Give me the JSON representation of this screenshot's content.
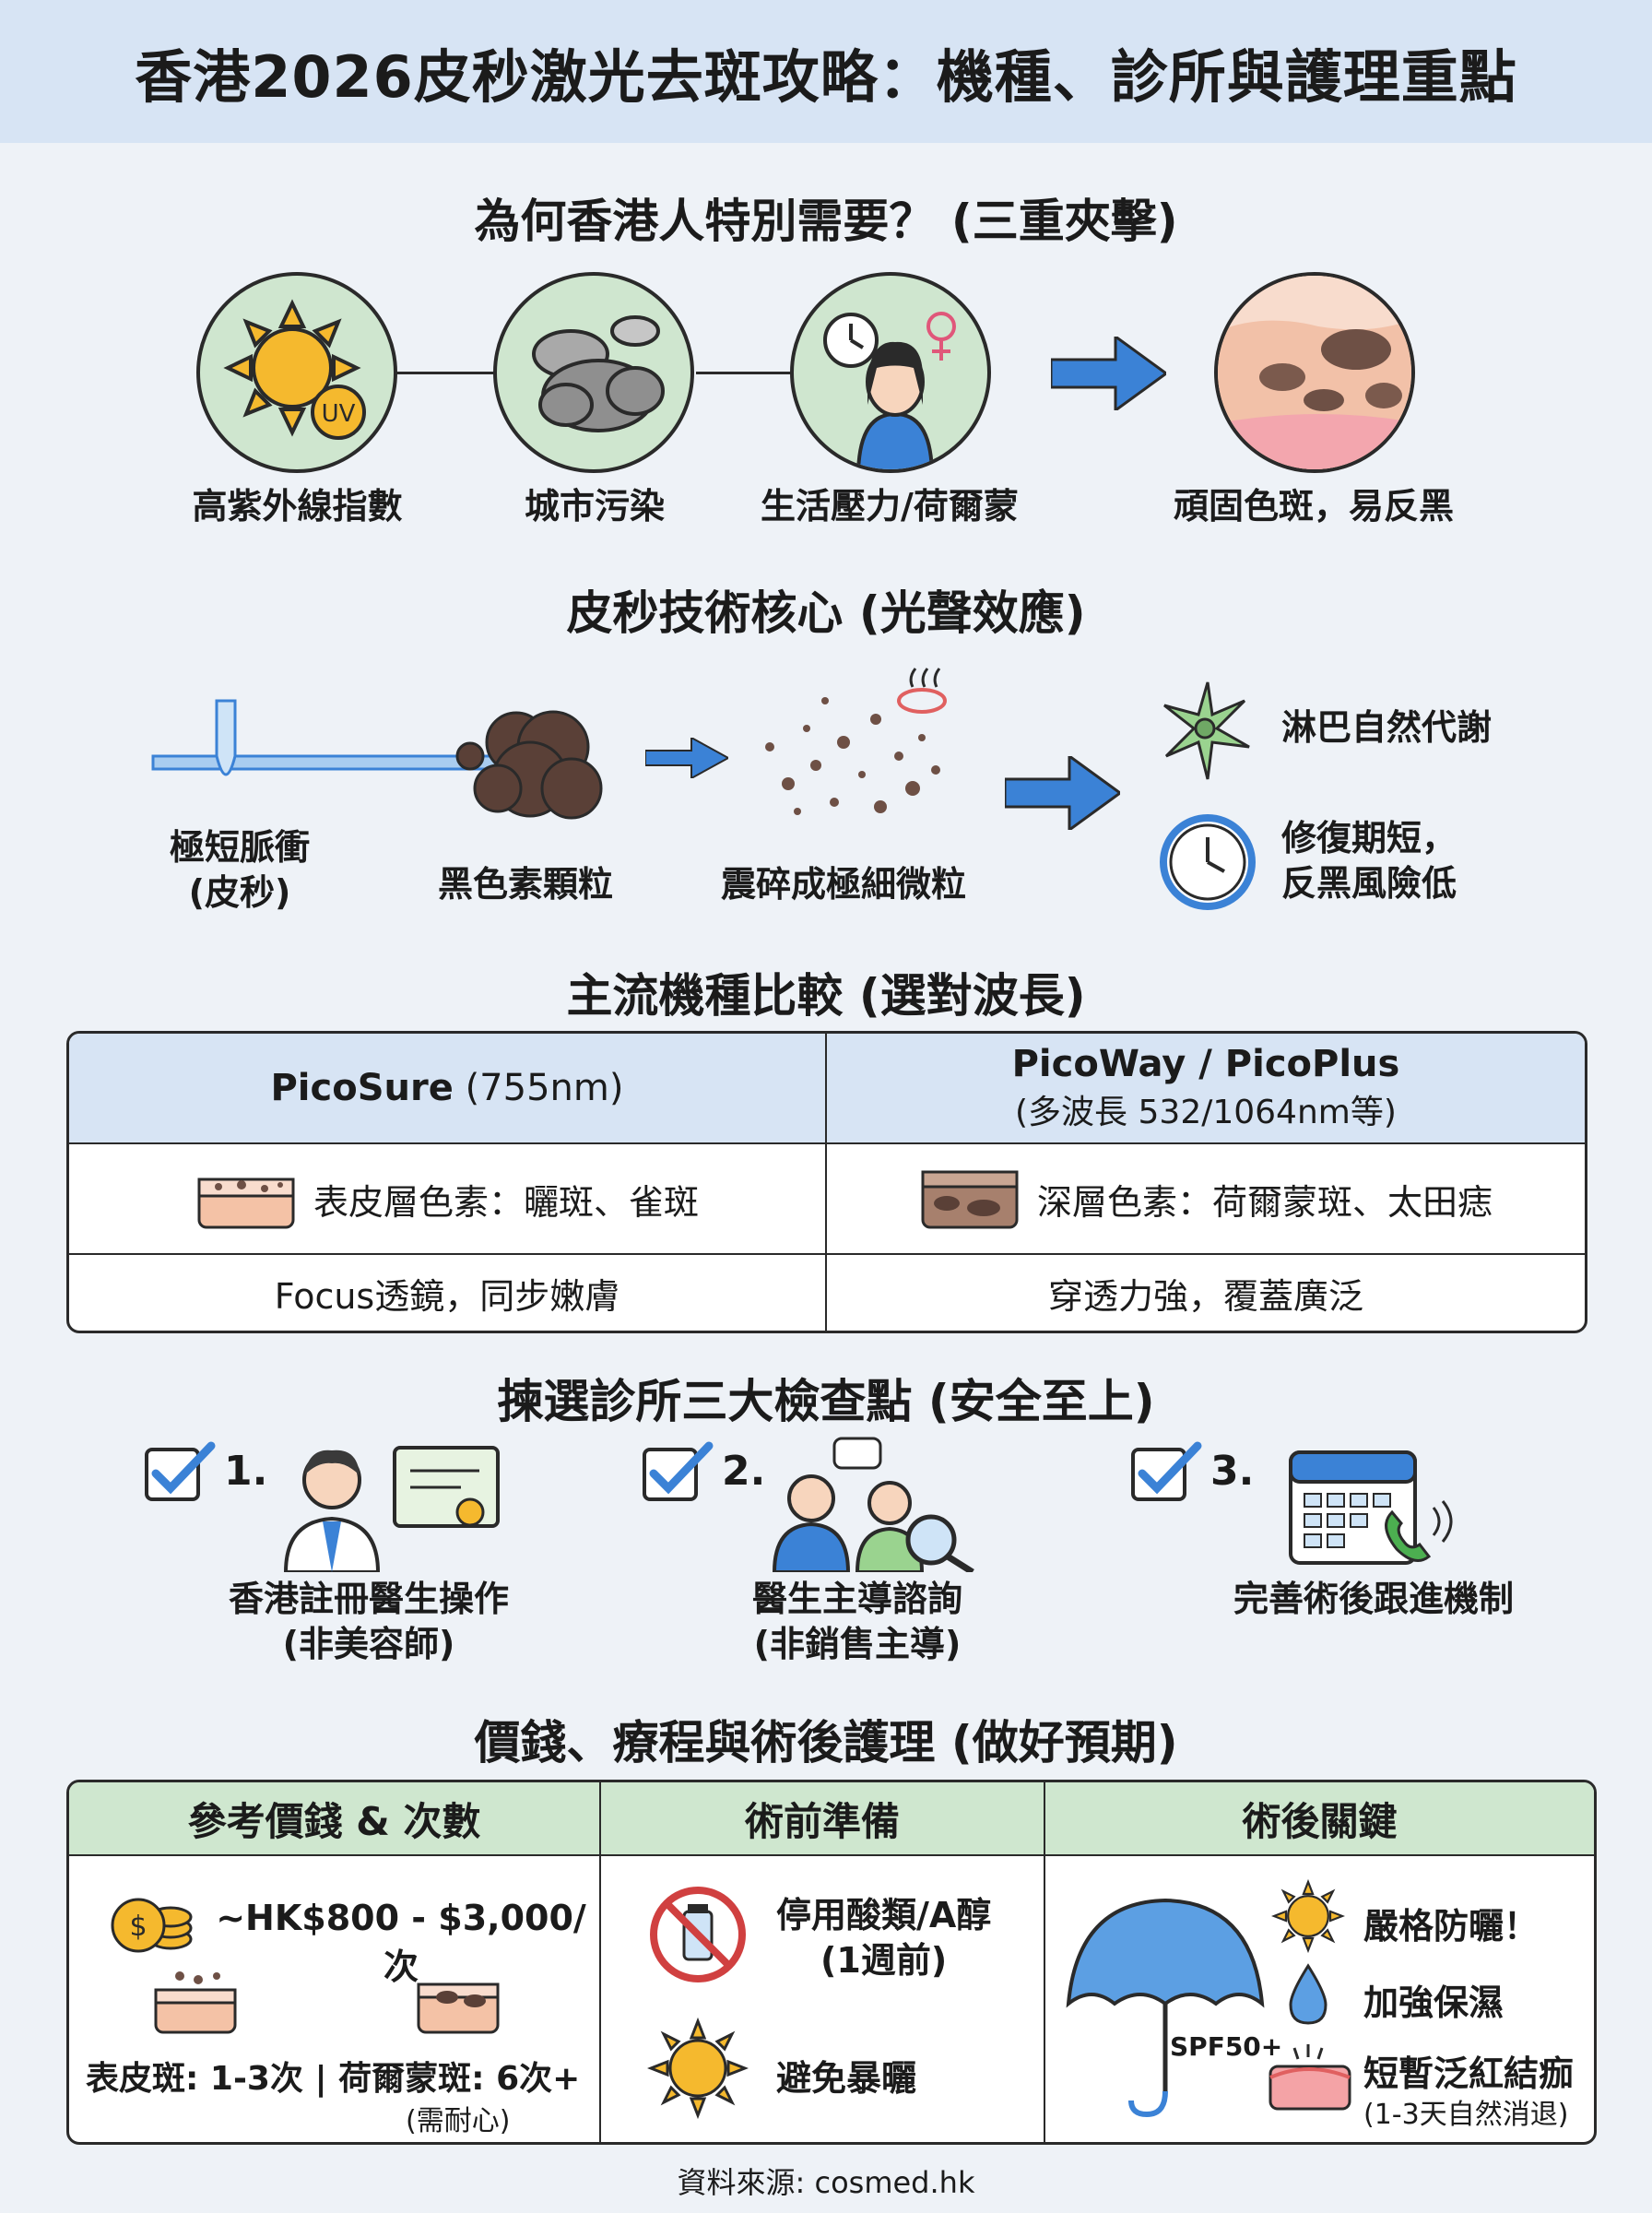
{
  "title": "香港2026皮秒激光去斑攻略：機種、診所與護理重點",
  "section1": {
    "title": "為何香港人特別需要？ (三重夾擊)",
    "items": [
      {
        "label": "高紫外線指數",
        "icon": "sun-uv-icon",
        "badge": "UV"
      },
      {
        "label": "城市污染",
        "icon": "cloud-icon"
      },
      {
        "label": "生活壓力/荷爾蒙",
        "icon": "stressed-woman-icon"
      },
      {
        "label": "頑固色斑，易反黑",
        "icon": "pigmented-skin-icon"
      }
    ]
  },
  "section2": {
    "title": "皮秒技術核心 (光聲效應)",
    "steps": [
      {
        "label": "極短脈衝\n(皮秒)"
      },
      {
        "label": "黑色素顆粒"
      },
      {
        "label": "震碎成極細微粒"
      }
    ],
    "results": [
      {
        "label": "淋巴自然代謝",
        "icon": "lymph-cell-icon"
      },
      {
        "label": "修復期短，\n反黑風險低",
        "icon": "clock-icon"
      }
    ]
  },
  "section3": {
    "title": "主流機種比較 (選對波長)",
    "machines": [
      {
        "name": "PicoSure",
        "spec": "(755nm)",
        "target": "表皮層色素：曬斑、雀斑",
        "feature": "Focus透鏡，同步嫩膚"
      },
      {
        "name": "PicoWay / PicoPlus",
        "spec": "(多波長 532/1064nm等)",
        "target": "深層色素：荷爾蒙斑、太田痣",
        "feature": "穿透力強，覆蓋廣泛"
      }
    ]
  },
  "section4": {
    "title": "揀選診所三大檢查點 (安全至上)",
    "checks": [
      {
        "num": "1.",
        "label": "香港註冊醫生操作\n(非美容師)",
        "icon": "doctor-icon"
      },
      {
        "num": "2.",
        "label": "醫生主導諮詢\n(非銷售主導)",
        "icon": "consultation-icon"
      },
      {
        "num": "3.",
        "label": "完善術後跟進機制",
        "icon": "calendar-phone-icon"
      }
    ]
  },
  "section5": {
    "title": "價錢、療程與術後護理 (做好預期)",
    "headers": [
      "參考價錢 & 次數",
      "術前準備",
      "術後關鍵"
    ],
    "price": "~HK$800 - $3,000/次",
    "sessions": "表皮斑: 1-3次 | 荷爾蒙斑: 6次+",
    "sessions_note": "(需耐心)",
    "pre": [
      {
        "label": "停用酸類/A醇\n(1週前)",
        "icon": "no-medicine-icon"
      },
      {
        "label": "避免暴曬",
        "icon": "sun-icon"
      }
    ],
    "umbrella_label": "SPF50+",
    "post": [
      {
        "label": "嚴格防曬！",
        "icon": "sun-icon"
      },
      {
        "label": "加強保濕",
        "icon": "water-drop-icon"
      },
      {
        "label": "短暫泛紅結痂",
        "sub": "(1-3天自然消退)",
        "icon": "red-skin-icon"
      }
    ]
  },
  "footer": "資料來源: cosmed.hk",
  "colors": {
    "title_bg": "#d7e4f4",
    "green": "#cfe6cf",
    "arrow": "#3b82d6",
    "page_bg": "#eef2f7"
  }
}
